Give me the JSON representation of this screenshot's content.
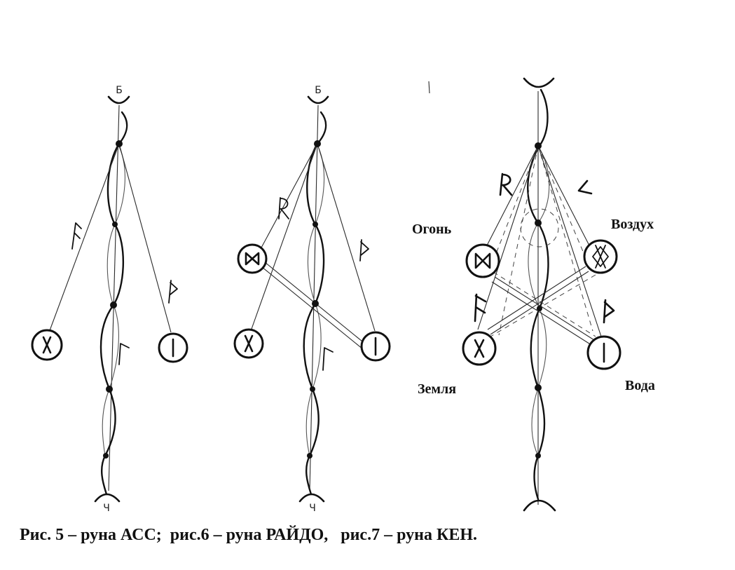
{
  "caption": "Рис. 5 – руна АСС;  рис.6 – руна РАЙДО,   рис.7 – руна КЕН.",
  "figures": {
    "fig5": {
      "top_label": "Б",
      "bottom_label": "Ч"
    },
    "fig6": {
      "top_label": "Б",
      "bottom_label": "Ч"
    },
    "fig7": {
      "elements": {
        "fire": "Огонь",
        "air": "Воздух",
        "earth": "Земля",
        "water": "Вода"
      }
    }
  },
  "colors": {
    "ink": "#111111",
    "paper": "#ffffff"
  }
}
